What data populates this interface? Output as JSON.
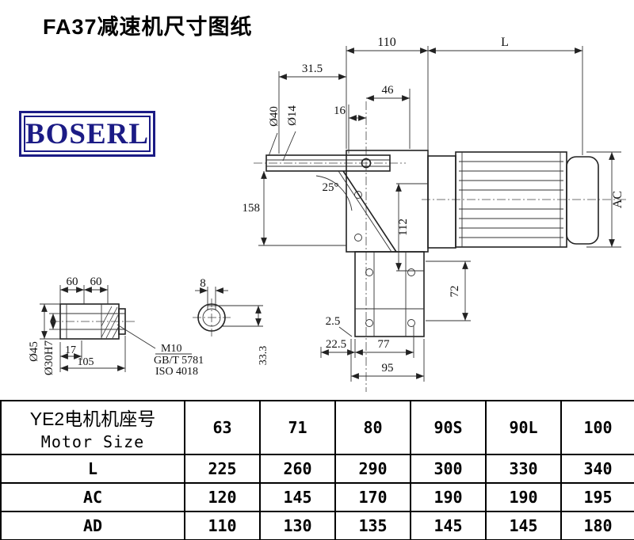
{
  "page": {
    "title": "FA37减速机尺寸图纸",
    "logo_text": "BOSERL"
  },
  "drawing": {
    "d110": "110",
    "dL": "L",
    "d31_5": "31.5",
    "d46": "46",
    "d16": "16",
    "d40": "Ø40",
    "d14": "Ø14",
    "d25": "25°",
    "d158": "158",
    "d112": "112",
    "dAC": "AC",
    "d72": "72",
    "d2_5": "2.5",
    "d22_5": "22.5",
    "d77": "77",
    "d95": "95",
    "d60a": "60",
    "d60b": "60",
    "d45": "Ø45",
    "d30": "Ø30H7",
    "d17": "17",
    "d105": "105",
    "m10": "M10",
    "gbt": "GB/T 5781",
    "iso": "ISO 4018",
    "d8": "8",
    "d33_3": "33.3"
  },
  "table": {
    "header_cn": "YE2电机机座号",
    "header_en": "Motor Size",
    "columns": [
      "63",
      "71",
      "80",
      "90S",
      "90L",
      "100"
    ],
    "rows": [
      {
        "label": "L",
        "values": [
          "225",
          "260",
          "290",
          "300",
          "330",
          "340"
        ]
      },
      {
        "label": "AC",
        "values": [
          "120",
          "145",
          "170",
          "190",
          "190",
          "195"
        ]
      },
      {
        "label": "AD",
        "values": [
          "110",
          "130",
          "135",
          "145",
          "145",
          "180"
        ]
      }
    ]
  },
  "colors": {
    "logo_navy": "#1b1b85",
    "line_black": "#222222"
  }
}
